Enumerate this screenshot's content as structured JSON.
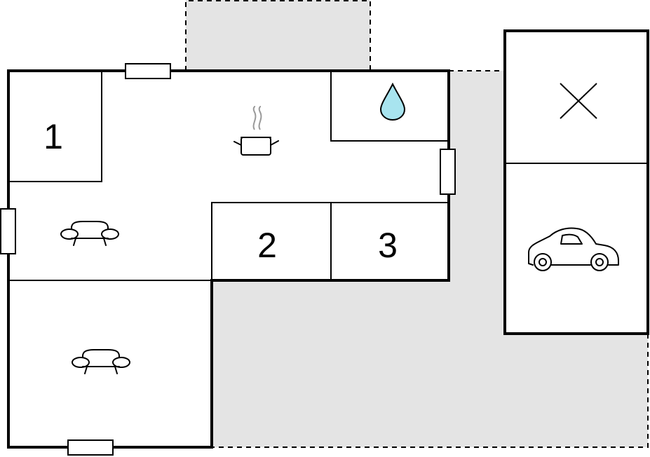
{
  "floorplan": {
    "room_numbers": [
      "1",
      "2",
      "3"
    ],
    "icons": [
      "cooking-pot-icon",
      "water-drop-icon",
      "sofa-icon",
      "sofa-icon",
      "car-icon",
      "cross-icon"
    ],
    "colors": {
      "terrace_fill": "#e4e4e4",
      "water_drop": "#a8e4ef",
      "walls": "#000000",
      "steam": "#999999"
    }
  }
}
